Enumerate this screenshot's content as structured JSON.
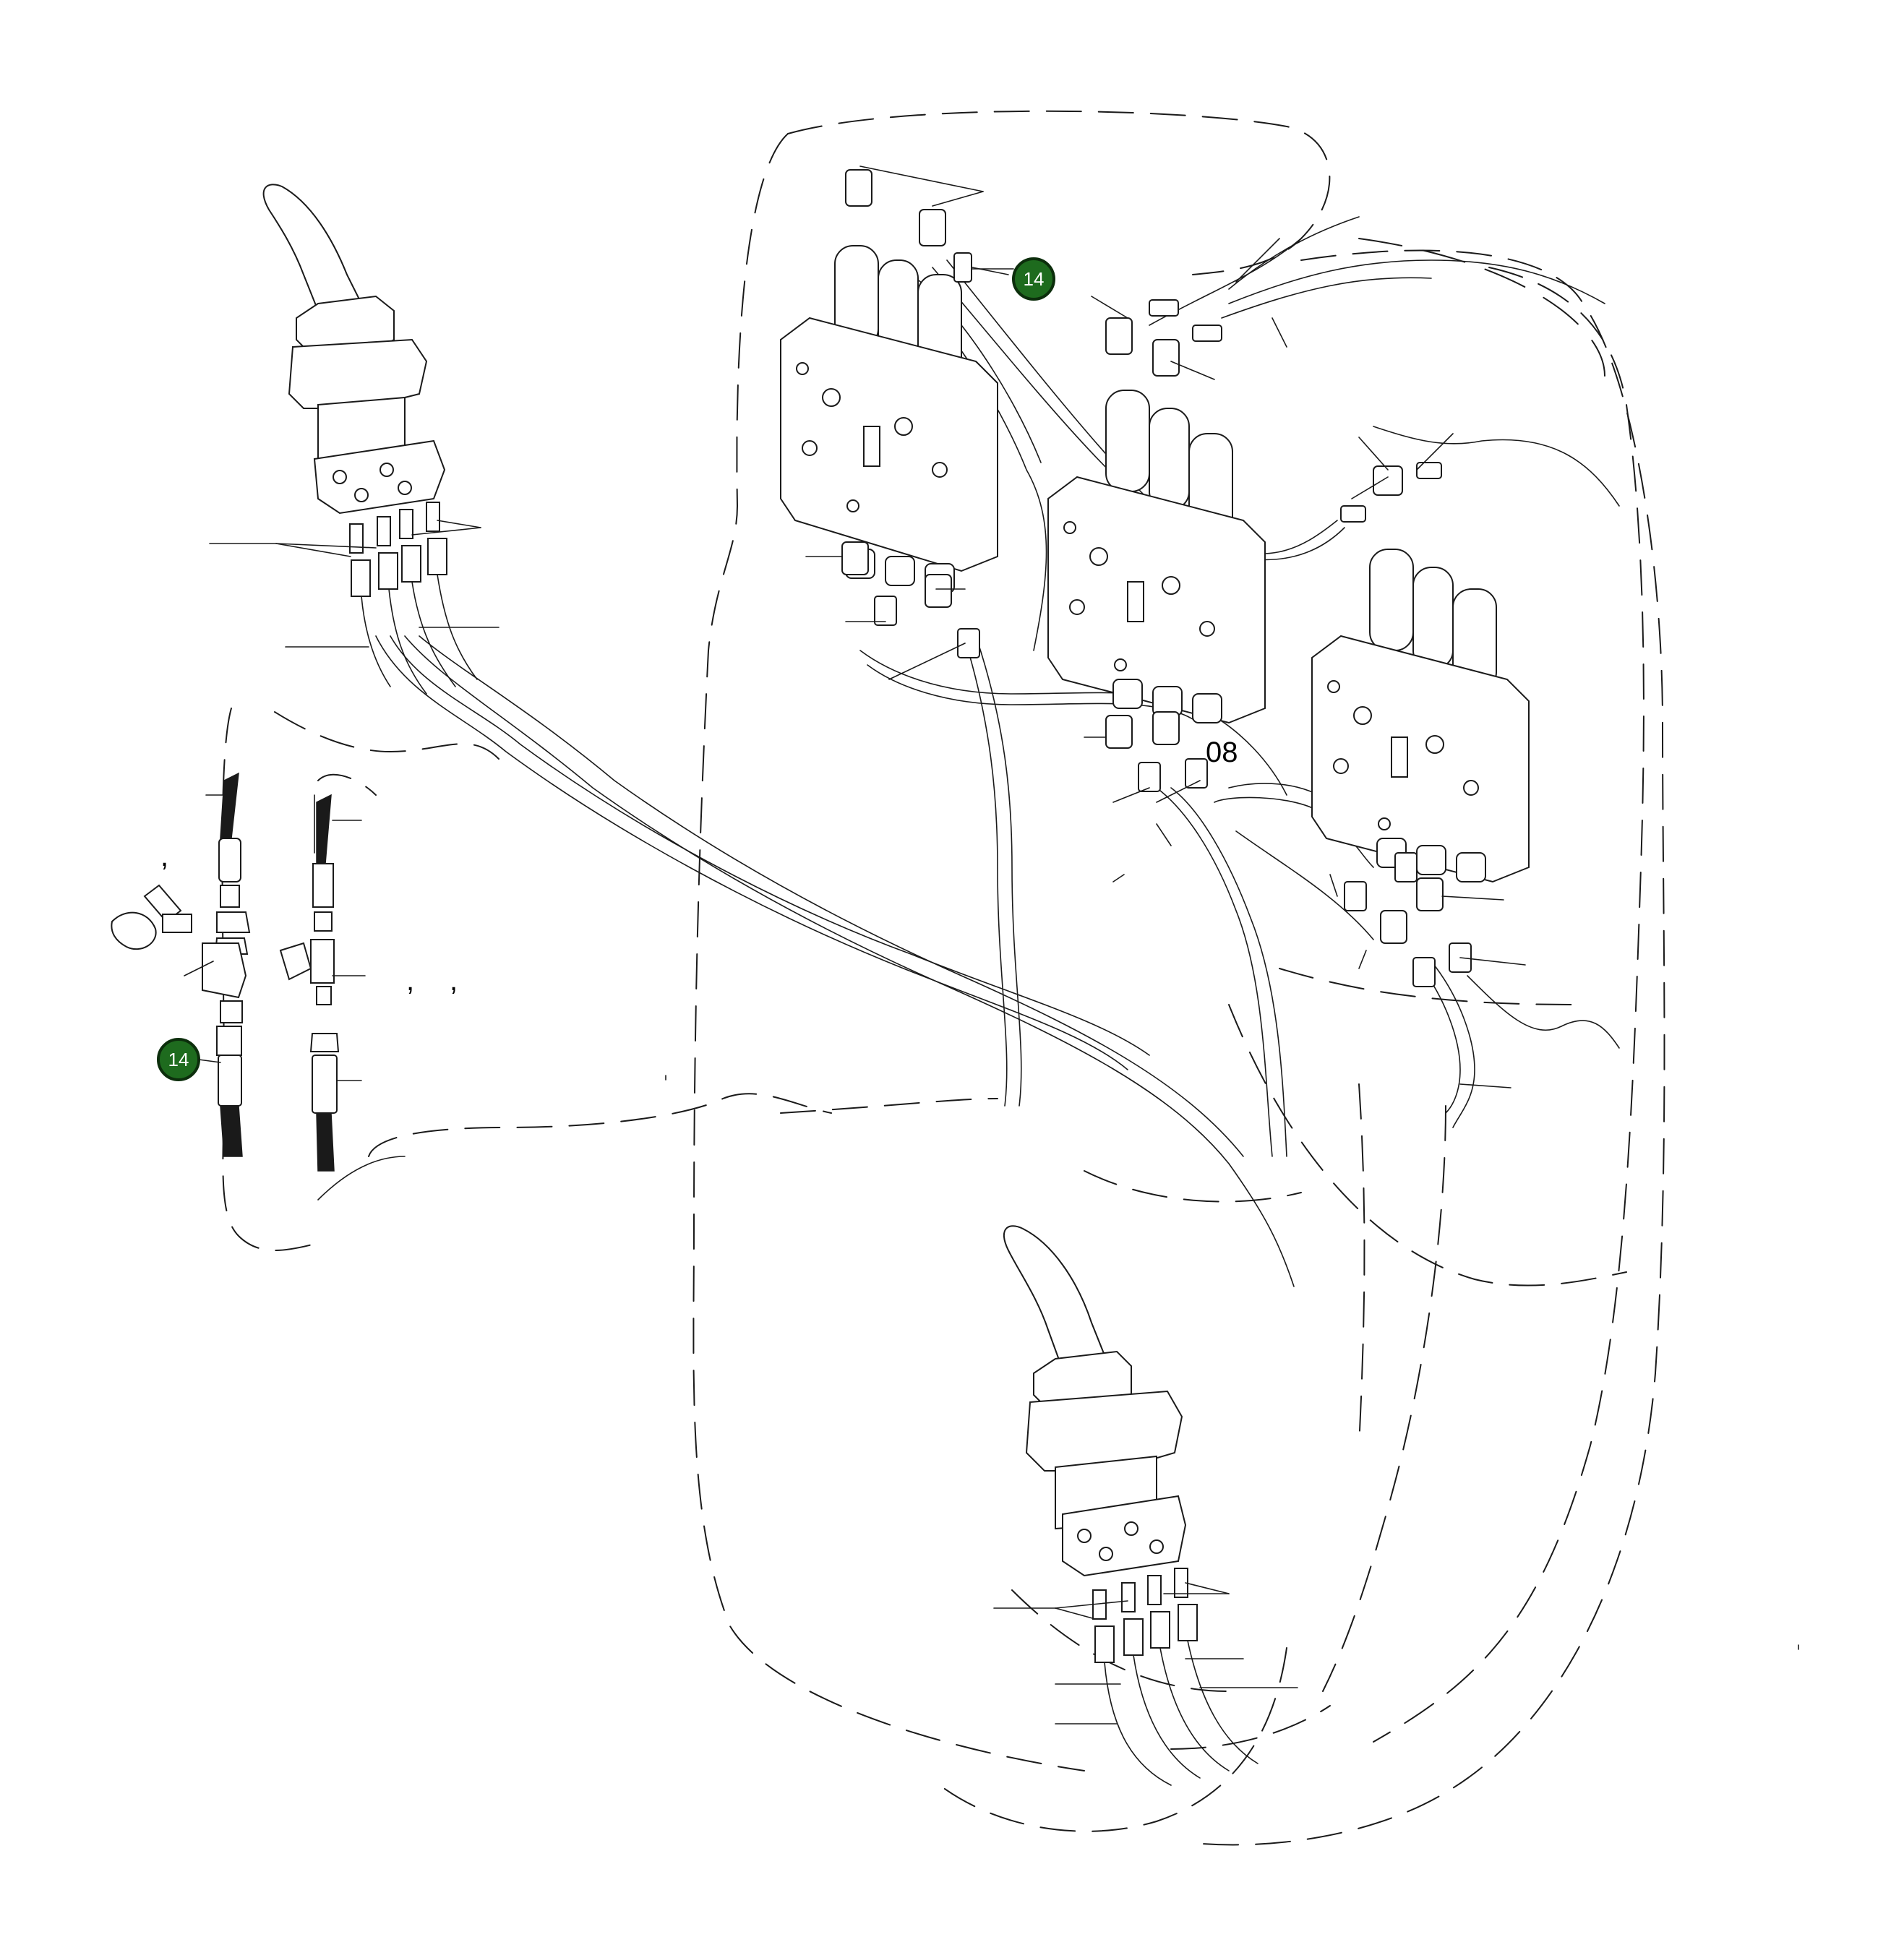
{
  "diagram": {
    "callouts": [
      {
        "id": "callout-top",
        "text": "14"
      },
      {
        "id": "callout-left",
        "text": "14"
      }
    ],
    "labels": [
      {
        "id": "label-08",
        "text": "08"
      }
    ],
    "punctuation": [
      {
        "id": "comma-a",
        "text": ","
      },
      {
        "id": "comma-b",
        "text": ","
      },
      {
        "id": "comma-c",
        "text": ","
      }
    ],
    "colors": {
      "callout_fill": "#1e6b1e",
      "line": "#1a1a1a",
      "background": "#ffffff"
    }
  }
}
